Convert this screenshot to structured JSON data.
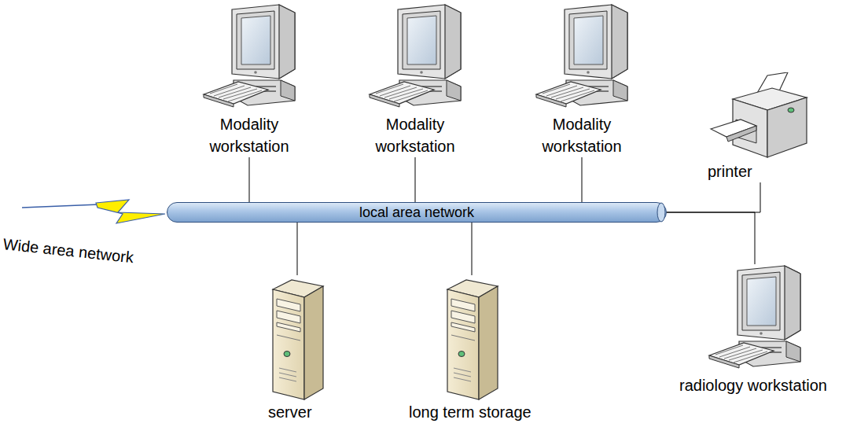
{
  "diagram": {
    "nodes": [
      {
        "text": [
          "Modality workstation"
        ]
      },
      {
        "text": [
          "Modality workstation"
        ]
      },
      {
        "text": [
          "Modality workstation"
        ]
      },
      {
        "text": [
          "printer"
        ]
      },
      {
        "text": [
          "local area network"
        ]
      },
      {
        "text": [
          "Wide area network"
        ]
      },
      {
        "text": [
          "server"
        ]
      },
      {
        "text": [
          "long term storage"
        ]
      },
      {
        "text": [
          "radiology workstation"
        ]
      }
    ],
    "edges": [
      {
        "from": 0,
        "to": 4,
        "arrow": "none"
      },
      {
        "from": 1,
        "to": 4,
        "arrow": "none"
      },
      {
        "from": 2,
        "to": 4,
        "arrow": "none"
      },
      {
        "from": 5,
        "to": 4,
        "arrow": "none"
      },
      {
        "from": 4,
        "to": 6,
        "arrow": "none"
      },
      {
        "from": 4,
        "to": 7,
        "arrow": "none"
      },
      {
        "from": 4,
        "to": 3,
        "arrow": "none"
      },
      {
        "from": 4,
        "to": 8,
        "arrow": "none"
      }
    ]
  }
}
